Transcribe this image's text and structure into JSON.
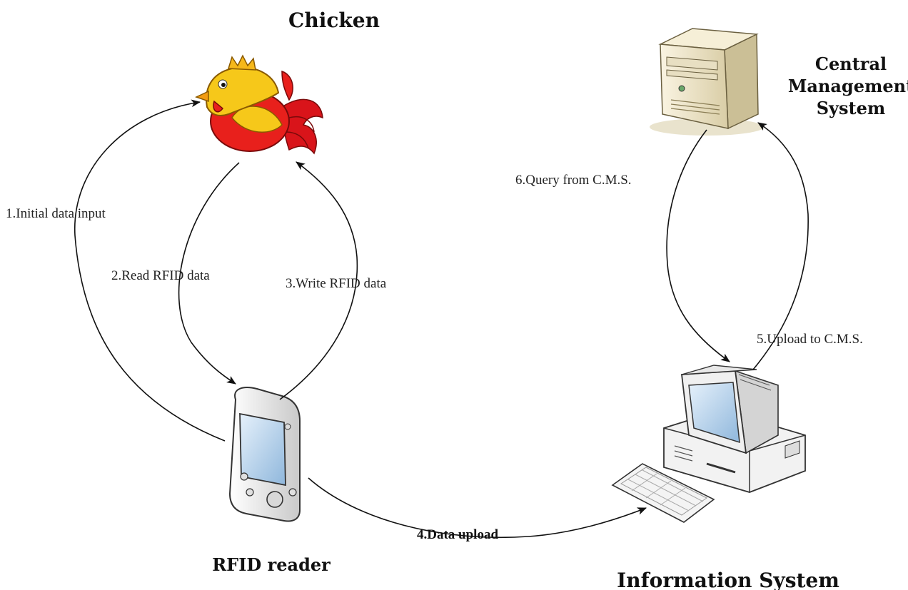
{
  "nodes": {
    "chicken": {
      "label": "Chicken"
    },
    "central": {
      "label_lines": [
        "Central",
        "Management",
        "System"
      ]
    },
    "rfid_reader": {
      "label": "RFID reader"
    },
    "information_system": {
      "label": "Information System"
    }
  },
  "edges": {
    "initial_input": {
      "label": "1.Initial data input"
    },
    "read_rfid": {
      "label": "2.Read RFID data"
    },
    "write_rfid": {
      "label": "3.Write RFID data"
    },
    "data_upload": {
      "label": "4.Data upload"
    },
    "upload_cms": {
      "label": "5.Upload to C.M.S."
    },
    "query_cms": {
      "label": "6.Query from C.M.S."
    }
  },
  "colors": {
    "chicken_body": "#e8201c",
    "chicken_yellow": "#f6c81a",
    "server_case": "#efe6c8",
    "screen": "#bcd6ec"
  }
}
